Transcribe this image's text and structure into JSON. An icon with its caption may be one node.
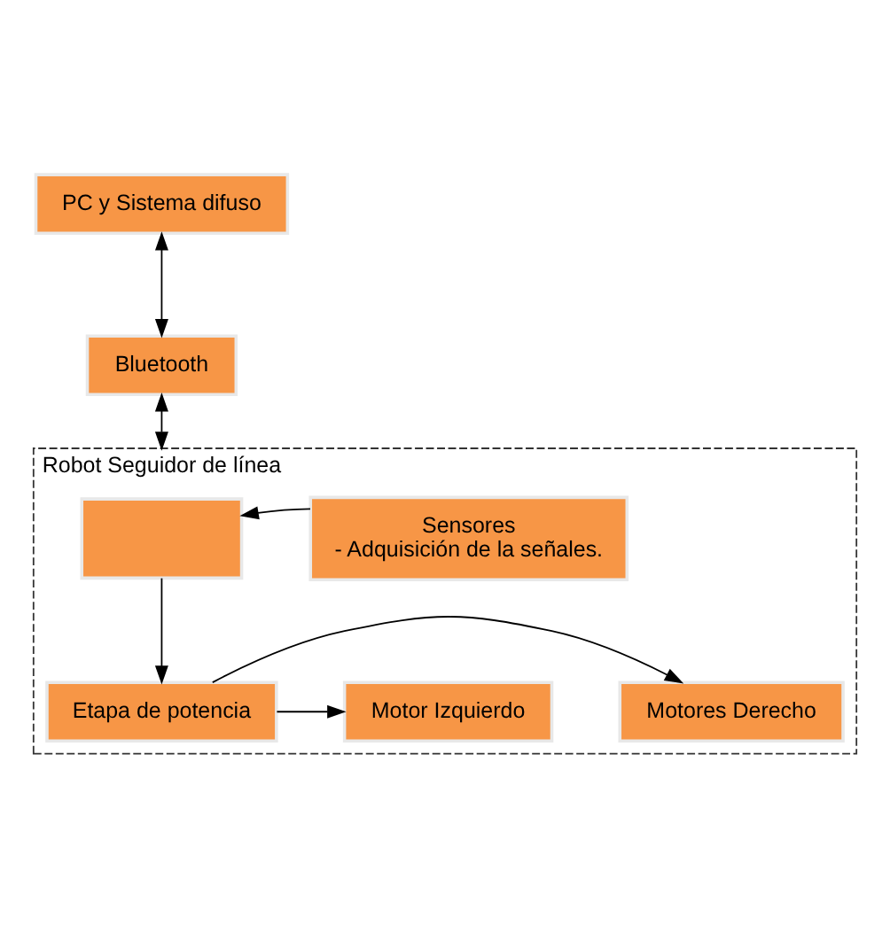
{
  "diagram": {
    "nodes": [
      {
        "text": [
          "PC y Sistema difuso"
        ]
      },
      {
        "text": [
          "Bluetooth"
        ]
      },
      {
        "text": [
          "Robot Seguidor de línea"
        ]
      },
      {
        "text": [],
        "shape": "box",
        "in": 2
      },
      {
        "text": [
          "Sensores",
          "- Adquisición de la señales."
        ],
        "in": 2
      },
      {
        "text": [
          "Etapa de potencia"
        ],
        "in": 2
      },
      {
        "text": [
          "Motor Izquierdo"
        ],
        "in": 2
      },
      {
        "text": [
          "Motores Derecho"
        ],
        "in": 2
      }
    ],
    "edges": [
      {
        "from": 0,
        "to": 1,
        "arrow": "both"
      },
      {
        "from": 1,
        "to": 2,
        "arrow": "both"
      },
      {
        "from": 4,
        "to": 3,
        "arrow": "to"
      },
      {
        "from": 3,
        "to": 5,
        "arrow": "to"
      },
      {
        "from": 5,
        "to": 6,
        "arrow": "to"
      },
      {
        "from": 5,
        "to": 7,
        "arrow": "to"
      }
    ]
  }
}
